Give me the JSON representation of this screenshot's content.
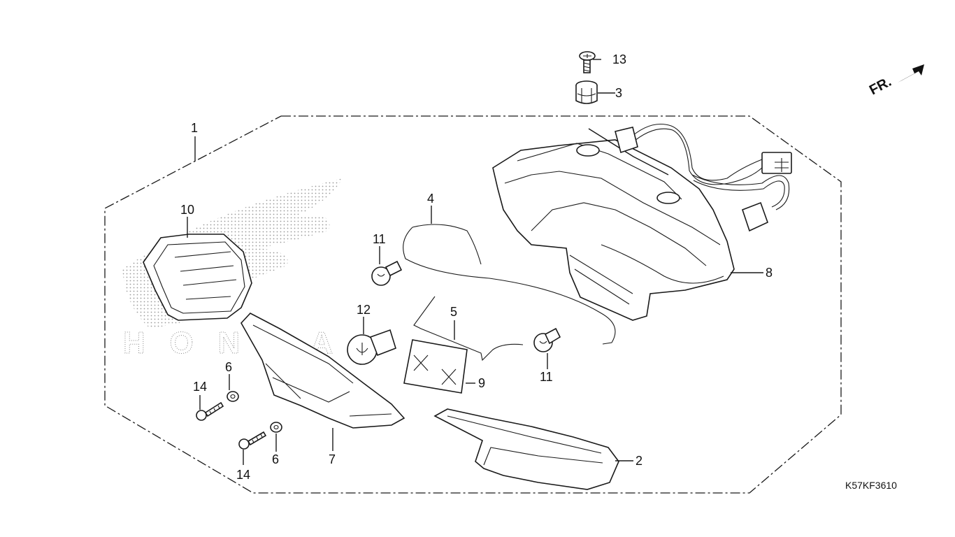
{
  "figure_code": "K57KF3610",
  "direction_label": "FR.",
  "watermark_text": "HONDA",
  "callouts": [
    {
      "id": "c1",
      "label": "1"
    },
    {
      "id": "c2",
      "label": "2"
    },
    {
      "id": "c3",
      "label": "3"
    },
    {
      "id": "c4",
      "label": "4"
    },
    {
      "id": "c5",
      "label": "5"
    },
    {
      "id": "c6a",
      "label": "6"
    },
    {
      "id": "c6b",
      "label": "6"
    },
    {
      "id": "c7",
      "label": "7"
    },
    {
      "id": "c8",
      "label": "8"
    },
    {
      "id": "c9",
      "label": "9"
    },
    {
      "id": "c10",
      "label": "10"
    },
    {
      "id": "c11a",
      "label": "11"
    },
    {
      "id": "c11b",
      "label": "11"
    },
    {
      "id": "c12",
      "label": "12"
    },
    {
      "id": "c13",
      "label": "13"
    },
    {
      "id": "c14a",
      "label": "14"
    },
    {
      "id": "c14b",
      "label": "14"
    }
  ],
  "colors": {
    "line": "#1a1a1a",
    "watermark": "#8a8a8a",
    "background": "#ffffff"
  }
}
